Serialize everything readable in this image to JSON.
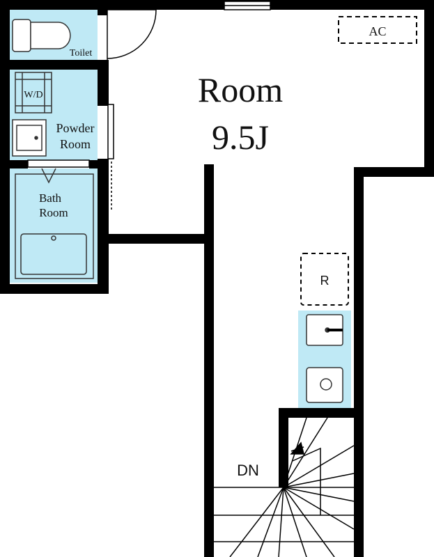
{
  "labels": {
    "room_name": "Room",
    "room_size": "9.5J",
    "toilet": "Toilet",
    "wd": "W/D",
    "powder_line1": "Powder",
    "powder_line2": "Room",
    "bath_line1": "Bath",
    "bath_line2": "Room",
    "ac": "AC",
    "fridge": "R",
    "stairs": "DN"
  },
  "colors": {
    "wall": "#000000",
    "wet_area": "#bfe9f5",
    "floor": "#ffffff",
    "fixture_line": "#333333"
  }
}
